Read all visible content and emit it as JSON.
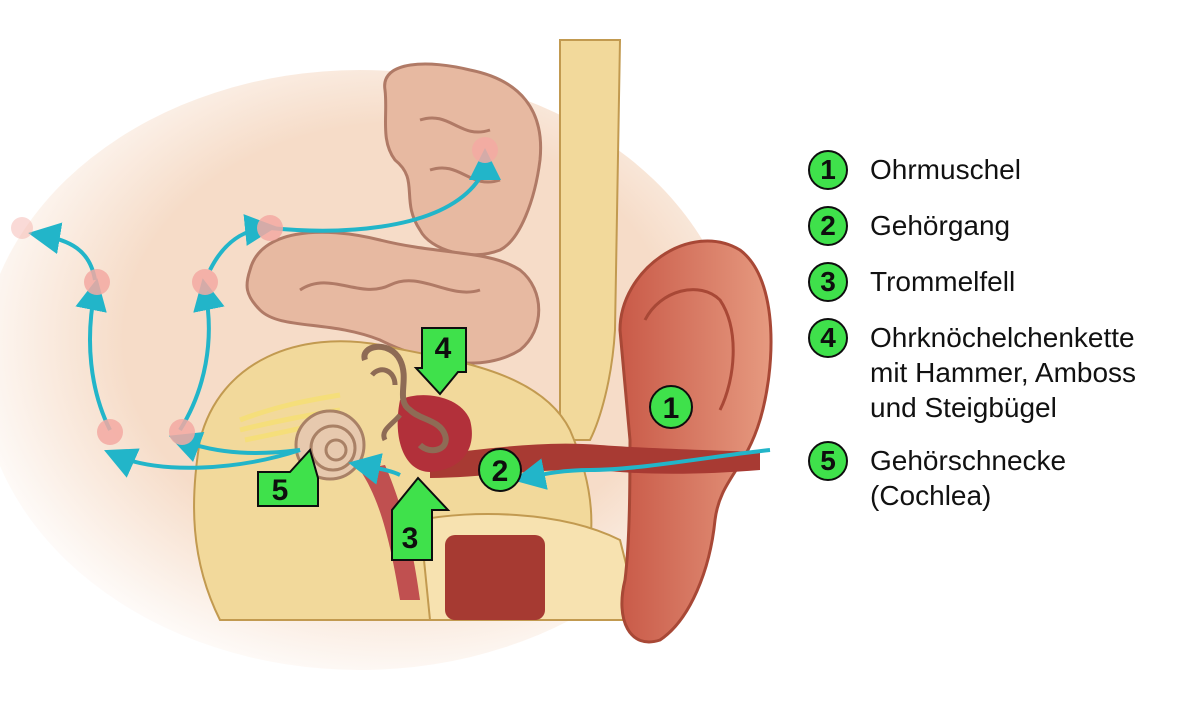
{
  "colors": {
    "badge": "#3fe14b",
    "arrow": "#22b5c9",
    "skin": "#f6dcc8",
    "ear": "#d9745f",
    "canal": "#a83a33",
    "bone": "#f2d99b",
    "brain": "#e7b9a1"
  },
  "legend": [
    {
      "num": "1",
      "lines": [
        "Ohrmuschel"
      ]
    },
    {
      "num": "2",
      "lines": [
        "Gehörgang"
      ]
    },
    {
      "num": "3",
      "lines": [
        "Trommelfell"
      ]
    },
    {
      "num": "4",
      "lines": [
        "Ohrknöchelchenkette",
        "mit Hammer, Amboss",
        "und Steigbügel"
      ]
    },
    {
      "num": "5",
      "lines": [
        "Gehörschnecke",
        "(Cochlea)"
      ]
    }
  ],
  "markers": [
    {
      "num": "1"
    },
    {
      "num": "2"
    },
    {
      "num": "3"
    },
    {
      "num": "4"
    },
    {
      "num": "5"
    }
  ]
}
